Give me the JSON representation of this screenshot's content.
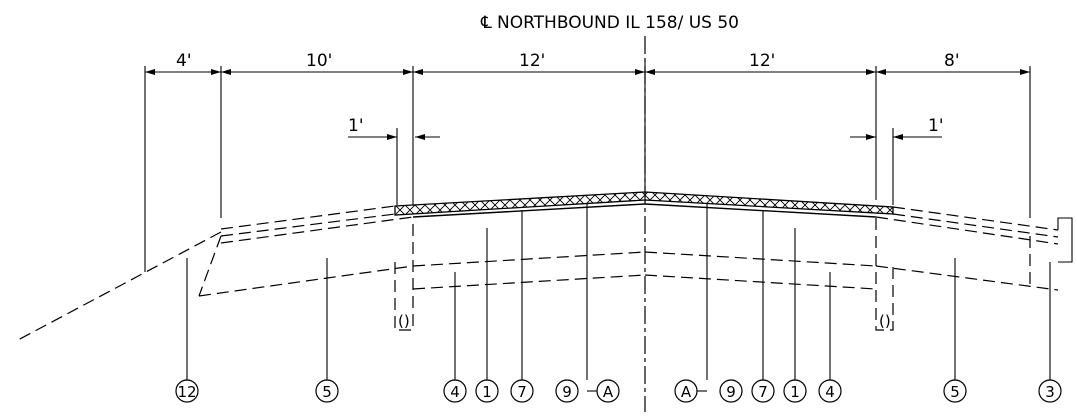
{
  "title": "NORTHBOUND IL 158/ US 50",
  "centerline_symbol": "℄",
  "dimensions": {
    "left_4": "4'",
    "left_10": "10'",
    "left_12": "12'",
    "right_12": "12'",
    "right_8": "8'",
    "left_1": "1'",
    "right_1": "1'"
  },
  "callouts": [
    "12",
    "5",
    "4",
    "1",
    "7",
    "9",
    "A",
    "A",
    "9",
    "7",
    "1",
    "4",
    "5",
    "3"
  ]
}
